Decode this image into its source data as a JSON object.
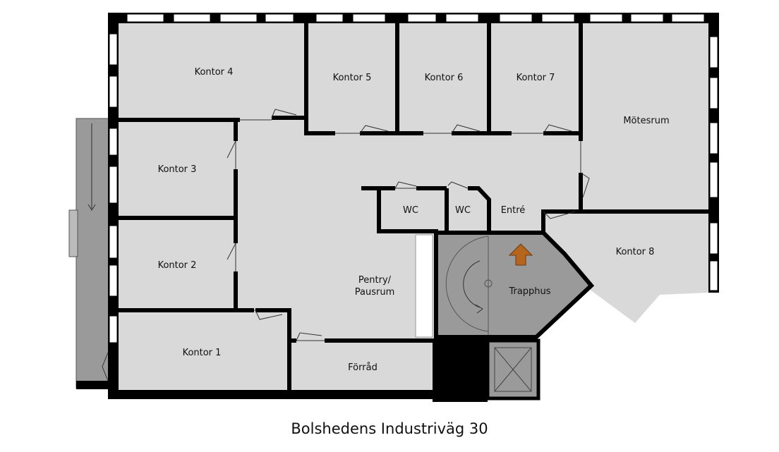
{
  "plan": {
    "address": "Bolshedens Industriväg 30",
    "rooms": {
      "kontor4": "Kontor 4",
      "kontor5": "Kontor 5",
      "kontor6": "Kontor 6",
      "kontor7": "Kontor 7",
      "motesrum": "Mötesrum",
      "kontor3": "Kontor 3",
      "kontor2": "Kontor 2",
      "kontor1": "Kontor 1",
      "wc1": "WC",
      "wc2": "WC",
      "entre": "Entré",
      "kontor8": "Kontor 8",
      "pentry1": "Pentry/",
      "pentry2": "Pausrum",
      "trapphus": "Trapphus",
      "forrad": "Förråd"
    },
    "colors": {
      "floor": "#d9d9d9",
      "wall": "#000000",
      "stair": "#9a9a9a",
      "arrow": "#b5651d"
    }
  }
}
